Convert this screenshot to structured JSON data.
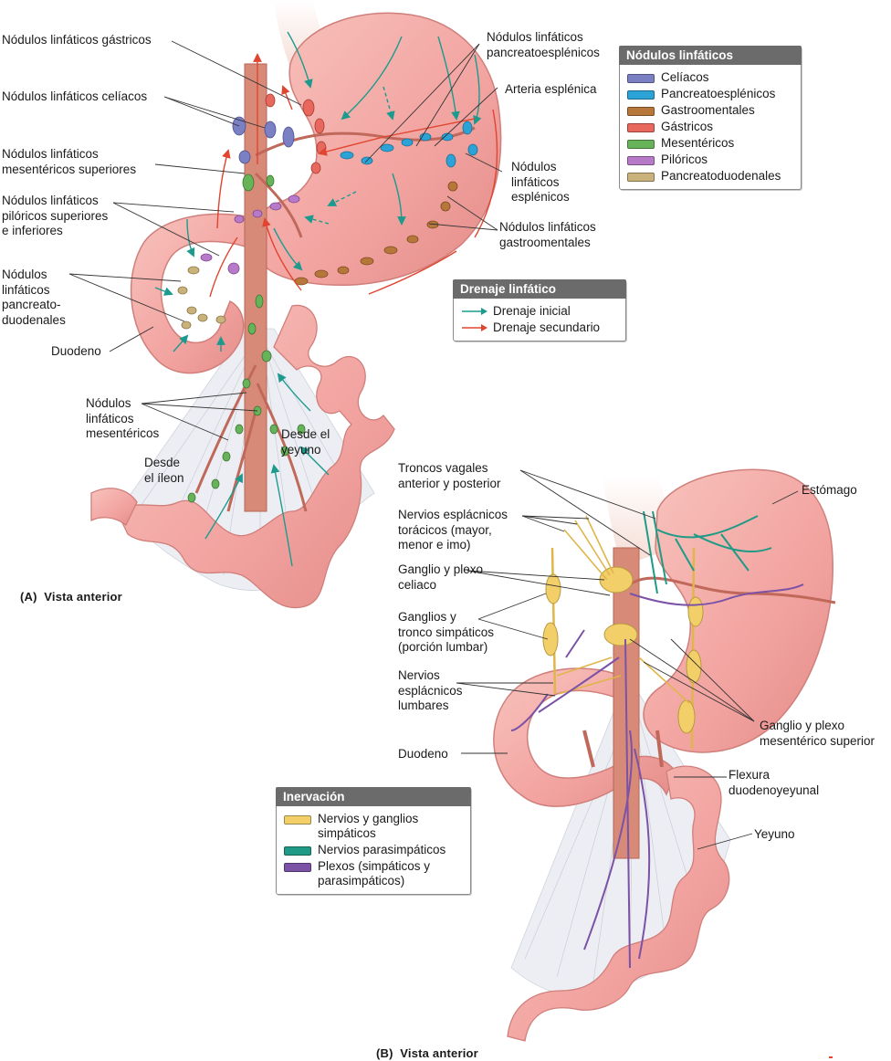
{
  "panel_a": {
    "caption": "(A)  Vista anterior",
    "labels": {
      "gastricos": "Nódulos linfáticos gástricos",
      "celiacos": "Nódulos linfáticos celíacos",
      "mesent_sup": "Nódulos linfáticos\nmesentéricos superiores",
      "piloricos": "Nódulos linfáticos\npilóricos superiores\ne inferiores",
      "pancreatoduod": "Nódulos\nlinfáticos\npancreato-\nduodenales",
      "duodeno": "Duodeno",
      "mesentericos": "Nódulos\nlinfáticos\nmesentéricos",
      "ileon": "Desde\nel íleon",
      "yeyuno": "Desde el\nyeyuno",
      "pancreatoesplenicos": "Nódulos linfáticos\npancreatoesplénicos",
      "arteria": "Arteria esplénica",
      "esplenicos": "Nódulos\nlinfáticos\nesplénicos",
      "gastroomentales": "Nódulos linfáticos\ngastroomentales"
    },
    "legend_nodes": {
      "title": "Nódulos linfáticos",
      "items": [
        {
          "label": "Celíacos",
          "color": "#7b7fc4"
        },
        {
          "label": "Pancreatoesplénicos",
          "color": "#2ba3d6"
        },
        {
          "label": "Gastroomentales",
          "color": "#b8773a"
        },
        {
          "label": "Gástricos",
          "color": "#e8685d"
        },
        {
          "label": "Mesentéricos",
          "color": "#67b35a"
        },
        {
          "label": "Pilóricos",
          "color": "#b77ac8"
        },
        {
          "label": "Pancreatoduodenales",
          "color": "#c9b27c"
        }
      ]
    },
    "legend_drainage": {
      "title": "Drenaje linfático",
      "items": [
        {
          "label": "Drenaje inicial",
          "color": "#1d9a8e"
        },
        {
          "label": "Drenaje secundario",
          "color": "#e0452f"
        }
      ]
    }
  },
  "panel_b": {
    "caption": "(B)  Vista anterior",
    "labels": {
      "troncos": "Troncos vagales\nanterior y posterior",
      "esplacnicos_tor": "Nervios esplácnicos\ntorácicos (mayor,\nmenor e imo)",
      "ganglio_celiaco": "Ganglio y plexo\nceliaco",
      "ganglios_simp": "Ganglios y\ntronco simpáticos\n(porción lumbar)",
      "esplacnicos_lum": "Nervios\nesplácnicos\nlumbares",
      "duodeno": "Duodeno",
      "estomago": "Estómago",
      "ganglio_mes": "Ganglio y plexo\nmesentérico superior",
      "flexura": "Flexura\nduodenoyeyunal",
      "yeyuno": "Yeyuno"
    },
    "legend_innervation": {
      "title": "Inervación",
      "items": [
        {
          "label": "Nervios y ganglios simpáticos",
          "color": "#f3cf6a"
        },
        {
          "label": "Nervios parasimpáticos",
          "color": "#1f9a86"
        },
        {
          "label": "Plexos (simpáticos y parasimpáticos)",
          "color": "#7b52a6"
        }
      ]
    }
  },
  "colors": {
    "organ": "#f2a7a4",
    "organ_dark": "#d9817e",
    "artery": "#c96a58",
    "mesentery": "#e6e8ee",
    "leader": "#333333"
  }
}
